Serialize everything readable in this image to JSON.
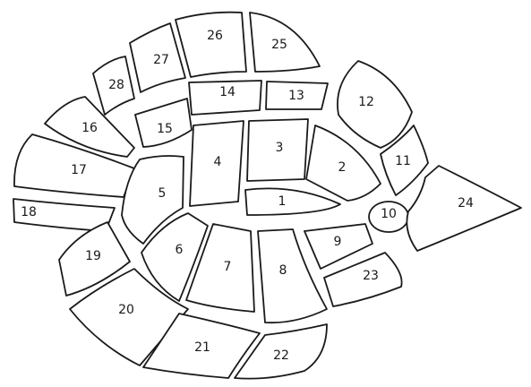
{
  "pieces": [
    {
      "id": "p1",
      "label": "1"
    },
    {
      "id": "p2",
      "label": "2"
    },
    {
      "id": "p3",
      "label": "3"
    },
    {
      "id": "p4",
      "label": "4"
    },
    {
      "id": "p5",
      "label": "5"
    },
    {
      "id": "p6",
      "label": "6"
    },
    {
      "id": "p7",
      "label": "7"
    },
    {
      "id": "p8",
      "label": "8"
    },
    {
      "id": "p9",
      "label": "9"
    },
    {
      "id": "p10",
      "label": "10"
    },
    {
      "id": "p11",
      "label": "11"
    },
    {
      "id": "p12",
      "label": "12"
    },
    {
      "id": "p13",
      "label": "13"
    },
    {
      "id": "p14",
      "label": "14"
    },
    {
      "id": "p15",
      "label": "15"
    },
    {
      "id": "p16",
      "label": "16"
    },
    {
      "id": "p17",
      "label": "17"
    },
    {
      "id": "p18",
      "label": "18"
    },
    {
      "id": "p19",
      "label": "19"
    },
    {
      "id": "p20",
      "label": "20"
    },
    {
      "id": "p21",
      "label": "21"
    },
    {
      "id": "p22",
      "label": "22"
    },
    {
      "id": "p23",
      "label": "23"
    },
    {
      "id": "p24",
      "label": "24"
    },
    {
      "id": "p25",
      "label": "25"
    },
    {
      "id": "p26",
      "label": "26"
    },
    {
      "id": "p27",
      "label": "27"
    },
    {
      "id": "p28",
      "label": "28"
    }
  ],
  "style": {
    "stroke_color": "#1a1a1a",
    "background": "#ffffff"
  }
}
